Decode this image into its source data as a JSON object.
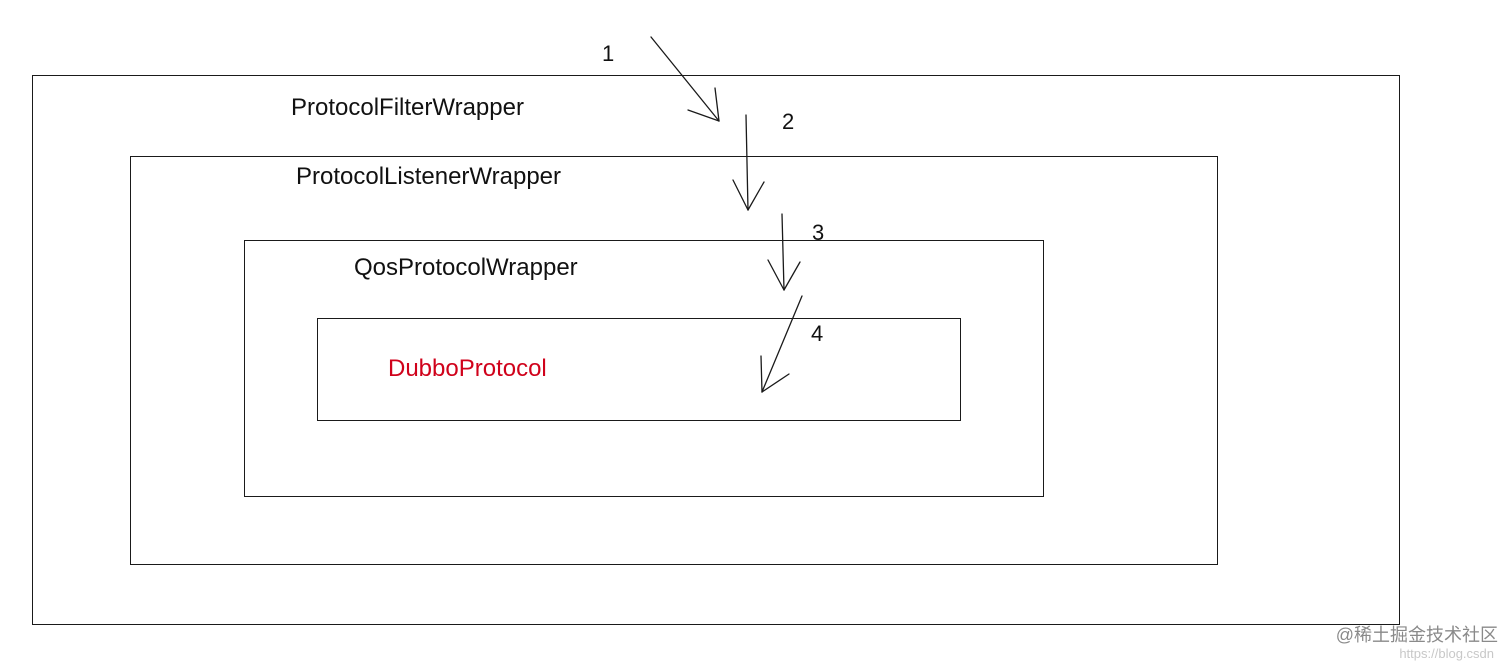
{
  "layers": {
    "outer": {
      "label": "ProtocolFilterWrapper"
    },
    "second": {
      "label": "ProtocolListenerWrapper"
    },
    "third": {
      "label": "QosProtocolWrapper"
    },
    "inner": {
      "label": "DubboProtocol",
      "color": "#d0021b"
    }
  },
  "steps": [
    "1",
    "2",
    "3",
    "4"
  ],
  "watermark": {
    "text": "@稀土掘金技术社区",
    "url": "https://blog.csdn"
  },
  "colors": {
    "line": "#1a1a1a",
    "accent": "#d0021b"
  }
}
